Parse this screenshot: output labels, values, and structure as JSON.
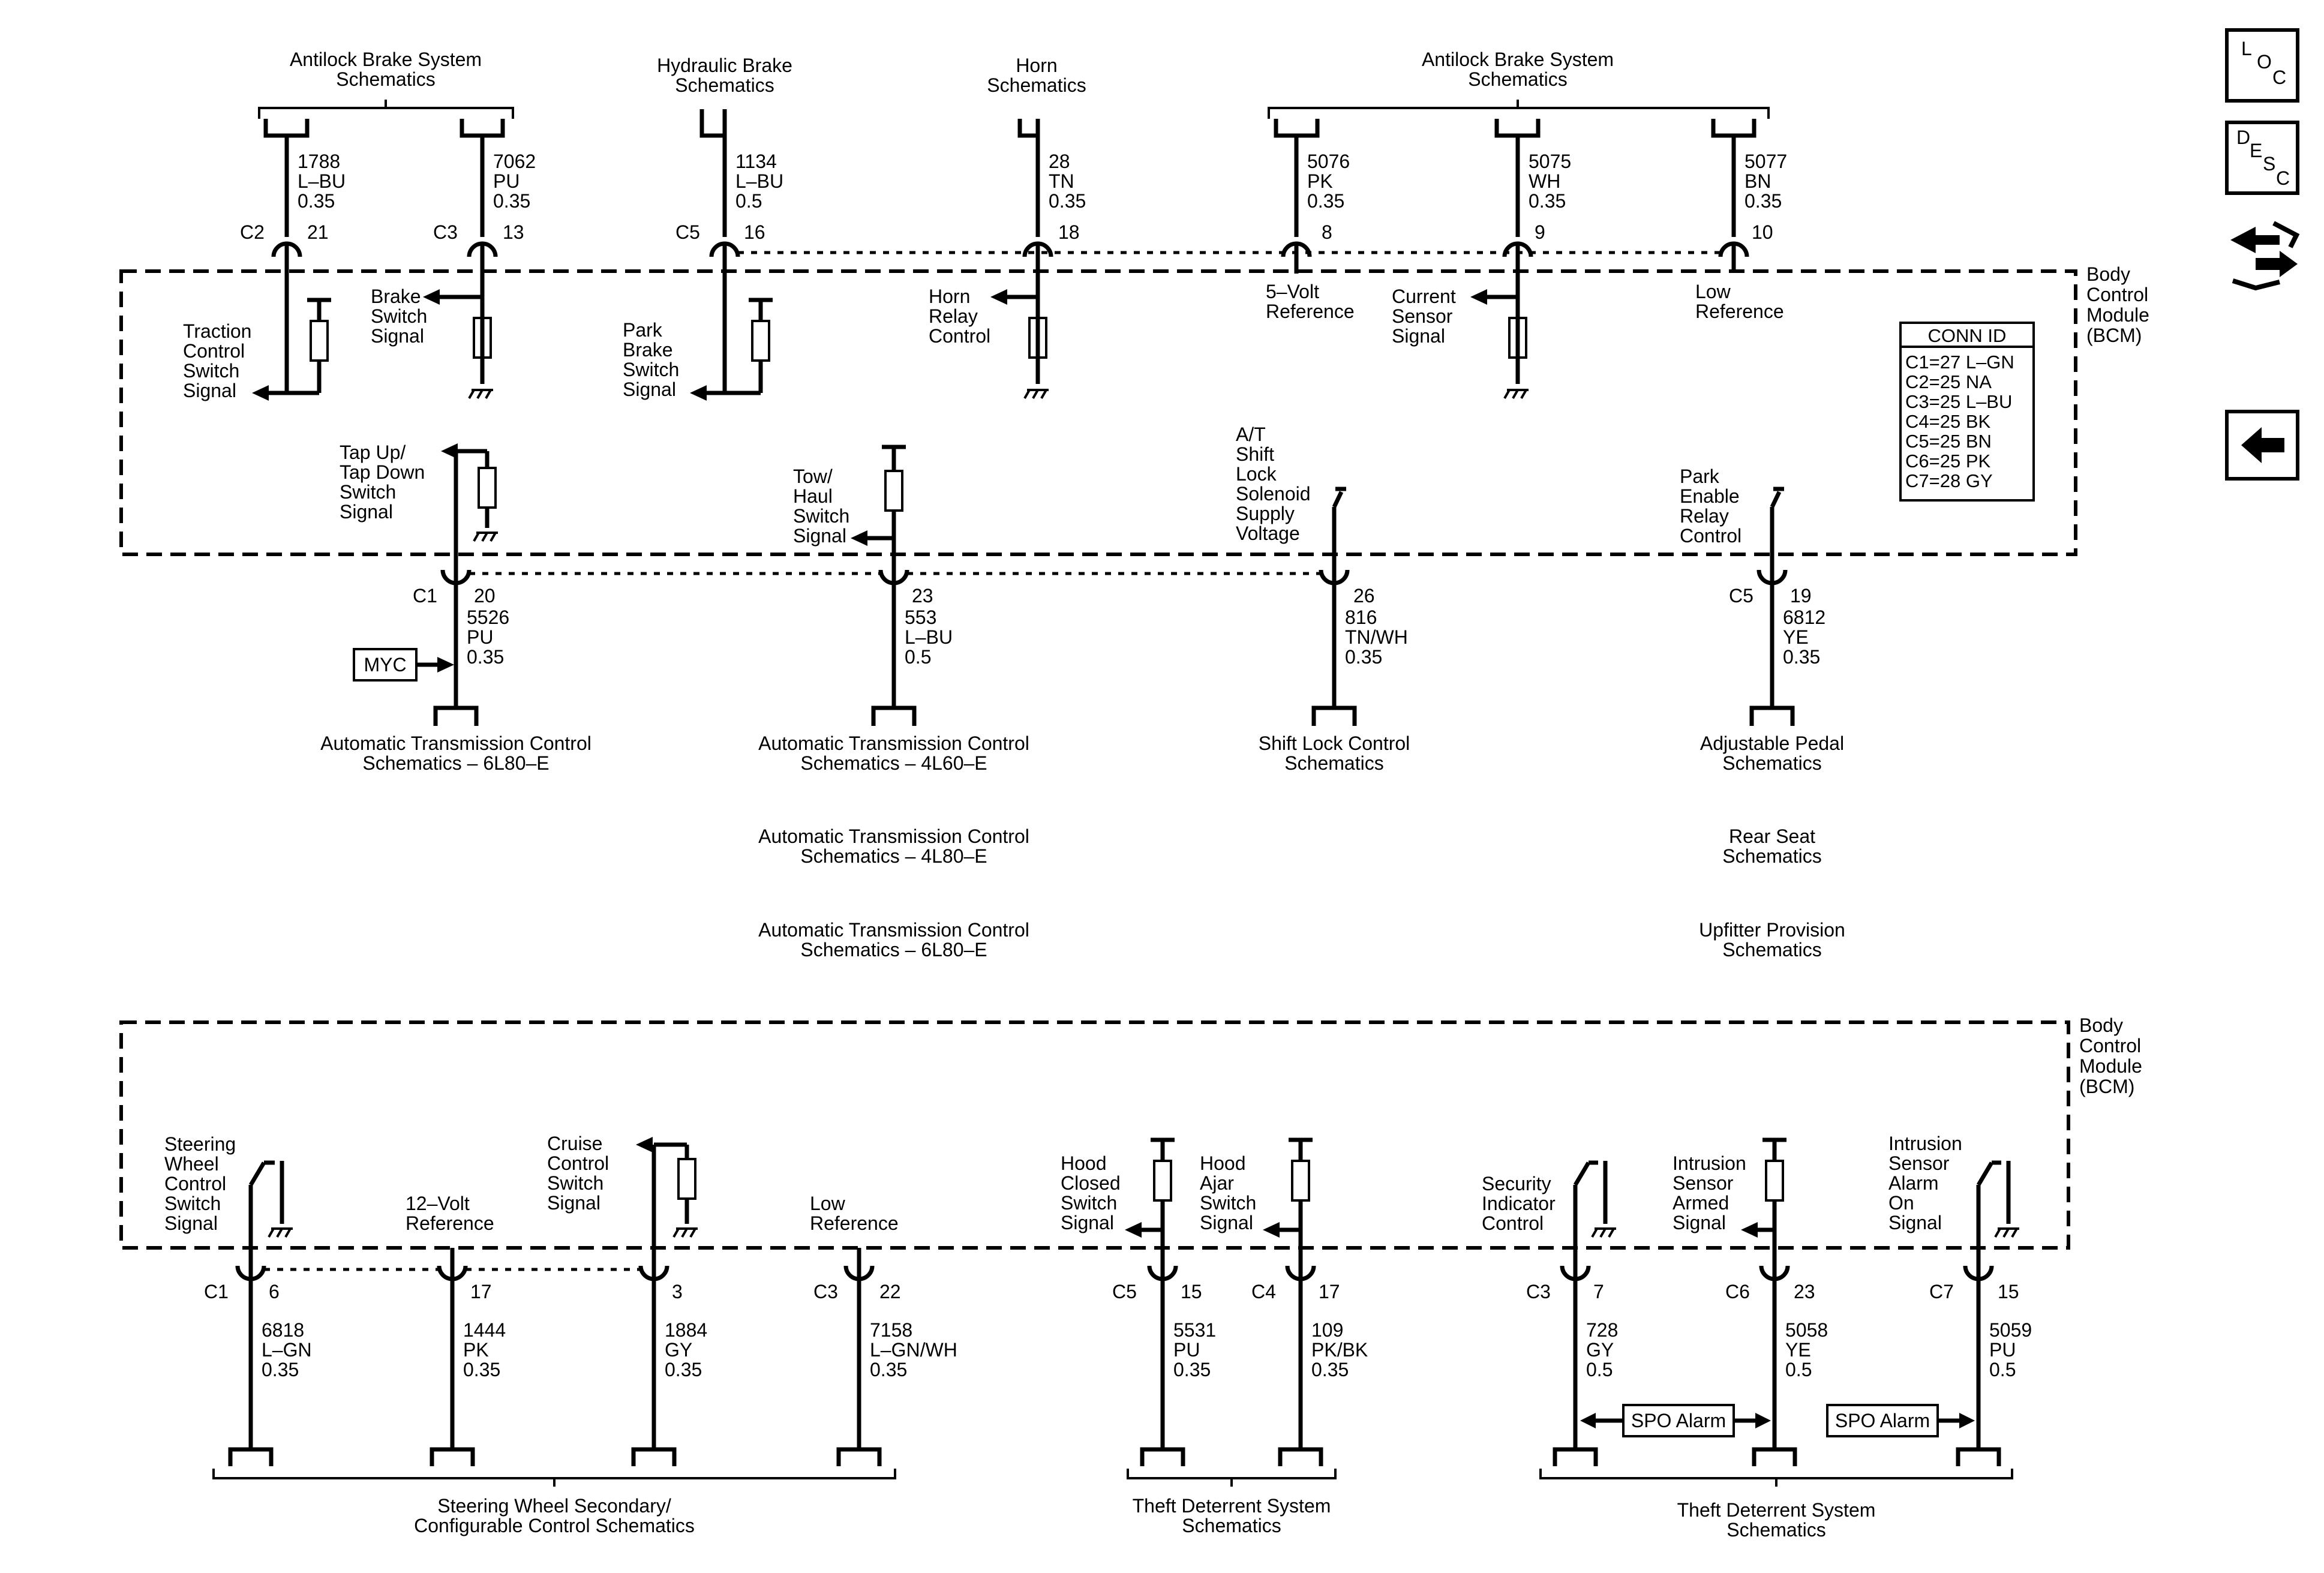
{
  "top": {
    "destinations": {
      "abs_left": [
        "Antilock Brake System",
        "Schematics"
      ],
      "hydraulic": [
        "Hydraulic Brake",
        "Schematics"
      ],
      "horn": [
        "Horn",
        "Schematics"
      ],
      "abs_right": [
        "Antilock Brake System",
        "Schematics"
      ]
    },
    "wires": [
      {
        "circuit": "1788",
        "color": "L–BU",
        "gauge": "0.35",
        "conn": "C2",
        "pin": "21"
      },
      {
        "circuit": "7062",
        "color": "PU",
        "gauge": "0.35",
        "conn": "C3",
        "pin": "13"
      },
      {
        "circuit": "1134",
        "color": "L–BU",
        "gauge": "0.5",
        "conn": "C5",
        "pin": "16"
      },
      {
        "circuit": "28",
        "color": "TN",
        "gauge": "0.35",
        "conn": "",
        "pin": "18"
      },
      {
        "circuit": "5076",
        "color": "PK",
        "gauge": "0.35",
        "conn": "",
        "pin": "8"
      },
      {
        "circuit": "5075",
        "color": "WH",
        "gauge": "0.35",
        "conn": "",
        "pin": "9"
      },
      {
        "circuit": "5077",
        "color": "BN",
        "gauge": "0.35",
        "conn": "",
        "pin": "10"
      }
    ],
    "signals": {
      "traction": [
        "Traction",
        "Control",
        "Switch",
        "Signal"
      ],
      "brake_switch": [
        "Brake",
        "Switch",
        "Signal"
      ],
      "park_brake": [
        "Park",
        "Brake",
        "Switch",
        "Signal"
      ],
      "horn_relay": [
        "Horn",
        "Relay",
        "Control"
      ],
      "five_volt": [
        "5–Volt",
        "Reference"
      ],
      "current_sensor": [
        "Current",
        "Sensor",
        "Signal"
      ],
      "low_ref": [
        "Low",
        "Reference"
      ],
      "tap": [
        "Tap Up/",
        "Tap Down",
        "Switch",
        "Signal"
      ],
      "tow": [
        "Tow/",
        "Haul",
        "Switch",
        "Signal"
      ],
      "shift_lock": [
        "A/T",
        "Shift",
        "Lock",
        "Solenoid",
        "Supply",
        "Voltage"
      ],
      "park_enable": [
        "Park",
        "Enable",
        "Relay",
        "Control"
      ]
    },
    "module_label": [
      "Body",
      "Control",
      "Module",
      "(BCM)"
    ],
    "conn_id": {
      "title": "CONN ID",
      "rows": [
        "C1=27 L–GN",
        "C2=25 NA",
        "C3=25 L–BU",
        "C4=25 BK",
        "C5=25 BN",
        "C6=25 PK",
        "C7=28 GY"
      ]
    },
    "lower_wires": [
      {
        "circuit": "5526",
        "color": "PU",
        "gauge": "0.35",
        "conn": "C1",
        "pin": "20"
      },
      {
        "circuit": "553",
        "color": "L–BU",
        "gauge": "0.5",
        "conn": "",
        "pin": "23"
      },
      {
        "circuit": "816",
        "color": "TN/WH",
        "gauge": "0.35",
        "conn": "",
        "pin": "26"
      },
      {
        "circuit": "6812",
        "color": "YE",
        "gauge": "0.35",
        "conn": "C5",
        "pin": "19"
      }
    ],
    "myc": "MYC",
    "lower_dest": {
      "d1": [
        "Automatic Transmission Control",
        "Schematics – 6L80–E"
      ],
      "d2": [
        "Automatic Transmission Control",
        "Schematics – 4L60–E"
      ],
      "d3": [
        "Shift Lock Control",
        "Schematics"
      ],
      "d4": [
        "Adjustable Pedal",
        "Schematics"
      ]
    },
    "extra_dest": {
      "e1": [
        "Automatic Transmission Control",
        "Schematics – 4L80–E"
      ],
      "e2": [
        "Automatic Transmission Control",
        "Schematics – 6L80–E"
      ],
      "e3": [
        "Rear Seat",
        "Schematics"
      ],
      "e4": [
        "Upfitter Provision",
        "Schematics"
      ]
    }
  },
  "bottom": {
    "module_label": [
      "Body",
      "Control",
      "Module",
      "(BCM)"
    ],
    "signals": {
      "steering": [
        "Steering",
        "Wheel",
        "Control",
        "Switch",
        "Signal"
      ],
      "twelve_volt": [
        "12–Volt",
        "Reference"
      ],
      "cruise": [
        "Cruise",
        "Control",
        "Switch",
        "Signal"
      ],
      "low_ref": [
        "Low",
        "Reference"
      ],
      "hood_closed": [
        "Hood",
        "Closed",
        "Switch",
        "Signal"
      ],
      "hood_ajar": [
        "Hood",
        "Ajar",
        "Switch",
        "Signal"
      ],
      "security": [
        "Security",
        "Indicator",
        "Control"
      ],
      "intrusion_armed": [
        "Intrusion",
        "Sensor",
        "Armed",
        "Signal"
      ],
      "intrusion_alarm": [
        "Intrusion",
        "Sensor",
        "Alarm",
        "On",
        "Signal"
      ]
    },
    "wires": [
      {
        "circuit": "6818",
        "color": "L–GN",
        "gauge": "0.35",
        "conn": "C1",
        "pin": "6"
      },
      {
        "circuit": "1444",
        "color": "PK",
        "gauge": "0.35",
        "conn": "",
        "pin": "17"
      },
      {
        "circuit": "1884",
        "color": "GY",
        "gauge": "0.35",
        "conn": "",
        "pin": "3"
      },
      {
        "circuit": "7158",
        "color": "L–GN/WH",
        "gauge": "0.35",
        "conn": "C3",
        "pin": "22"
      },
      {
        "circuit": "5531",
        "color": "PU",
        "gauge": "0.35",
        "conn": "C5",
        "pin": "15"
      },
      {
        "circuit": "109",
        "color": "PK/BK",
        "gauge": "0.35",
        "conn": "C4",
        "pin": "17"
      },
      {
        "circuit": "728",
        "color": "GY",
        "gauge": "0.5",
        "conn": "C3",
        "pin": "7"
      },
      {
        "circuit": "5058",
        "color": "YE",
        "gauge": "0.5",
        "conn": "C6",
        "pin": "23"
      },
      {
        "circuit": "5059",
        "color": "PU",
        "gauge": "0.5",
        "conn": "C7",
        "pin": "15"
      }
    ],
    "spo1": "SPO Alarm",
    "spo2": "SPO Alarm",
    "dest": {
      "steering": [
        "Steering Wheel Secondary/",
        "Configurable Control Schematics"
      ],
      "theft1": [
        "Theft Deterrent System",
        "Schematics"
      ],
      "theft2": [
        "Theft Deterrent System",
        "Schematics"
      ]
    }
  },
  "side": {
    "loc": [
      "L",
      "O",
      "C"
    ],
    "desc": [
      "D",
      "E",
      "S",
      "C"
    ]
  }
}
